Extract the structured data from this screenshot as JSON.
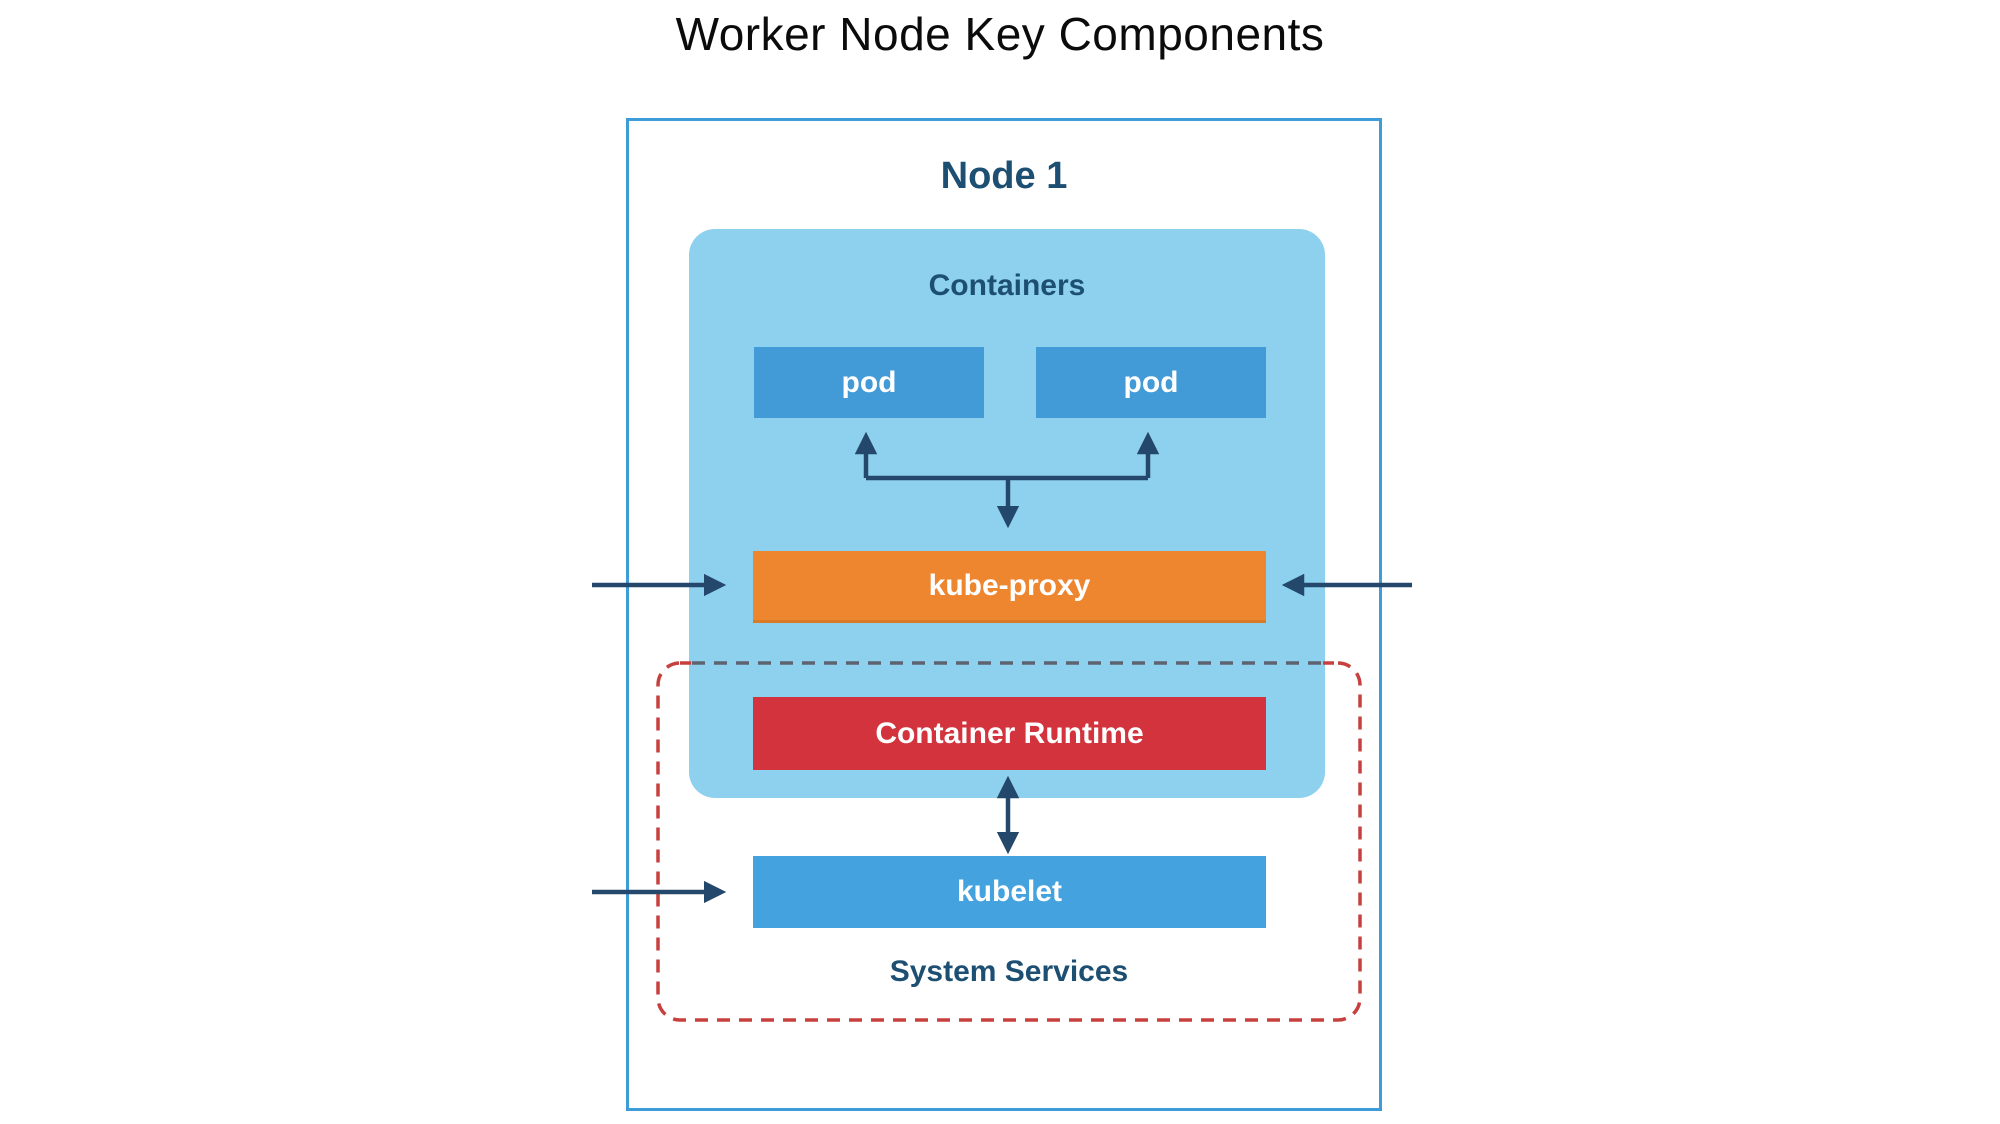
{
  "title": "Worker Node Key Components",
  "node": {
    "label": "Node 1",
    "containers_group": {
      "label": "Containers",
      "pods": [
        {
          "label": "pod"
        },
        {
          "label": "pod"
        }
      ],
      "kube_proxy_label": "kube-proxy"
    },
    "system_services_group": {
      "label": "System Services",
      "container_runtime_label": "Container Runtime",
      "kubelet_label": "kubelet"
    }
  },
  "connections": [
    {
      "id": "junction-to-pod-left",
      "type": "arrow",
      "from": "kube-proxy junction",
      "to": "pod (left)",
      "direction": "up"
    },
    {
      "id": "junction-to-pod-right",
      "type": "arrow",
      "from": "kube-proxy junction",
      "to": "pod (right)",
      "direction": "up"
    },
    {
      "id": "junction-to-kube-proxy",
      "type": "arrow",
      "from": "pods junction",
      "to": "kube-proxy",
      "direction": "down"
    },
    {
      "id": "external-left-to-kube-proxy",
      "type": "arrow",
      "from": "outside node (left)",
      "to": "kube-proxy",
      "direction": "right"
    },
    {
      "id": "external-right-to-kube-proxy",
      "type": "arrow",
      "from": "outside node (right)",
      "to": "kube-proxy",
      "direction": "left"
    },
    {
      "id": "container-runtime-to-kubelet",
      "type": "double-arrow",
      "from": "Container Runtime",
      "to": "kubelet",
      "direction": "bidirectional"
    },
    {
      "id": "external-left-to-kubelet",
      "type": "arrow",
      "from": "outside node (left)",
      "to": "kubelet",
      "direction": "right"
    }
  ],
  "colors": {
    "title_color": "#0b0b0b",
    "node_border": "#3e9dd8",
    "containers_fill": "#8ed1ee",
    "pod_fill": "#429bd6",
    "kube_proxy_fill": "#ee8630",
    "kube_proxy_edge": "#d97a26",
    "container_runtime_fill": "#d2333c",
    "kubelet_fill": "#44a3de",
    "arrow": "#24486b",
    "label_navy": "#1d4f73",
    "dashed_red": "#c8403e",
    "dashed_muted": "#5d6470"
  }
}
